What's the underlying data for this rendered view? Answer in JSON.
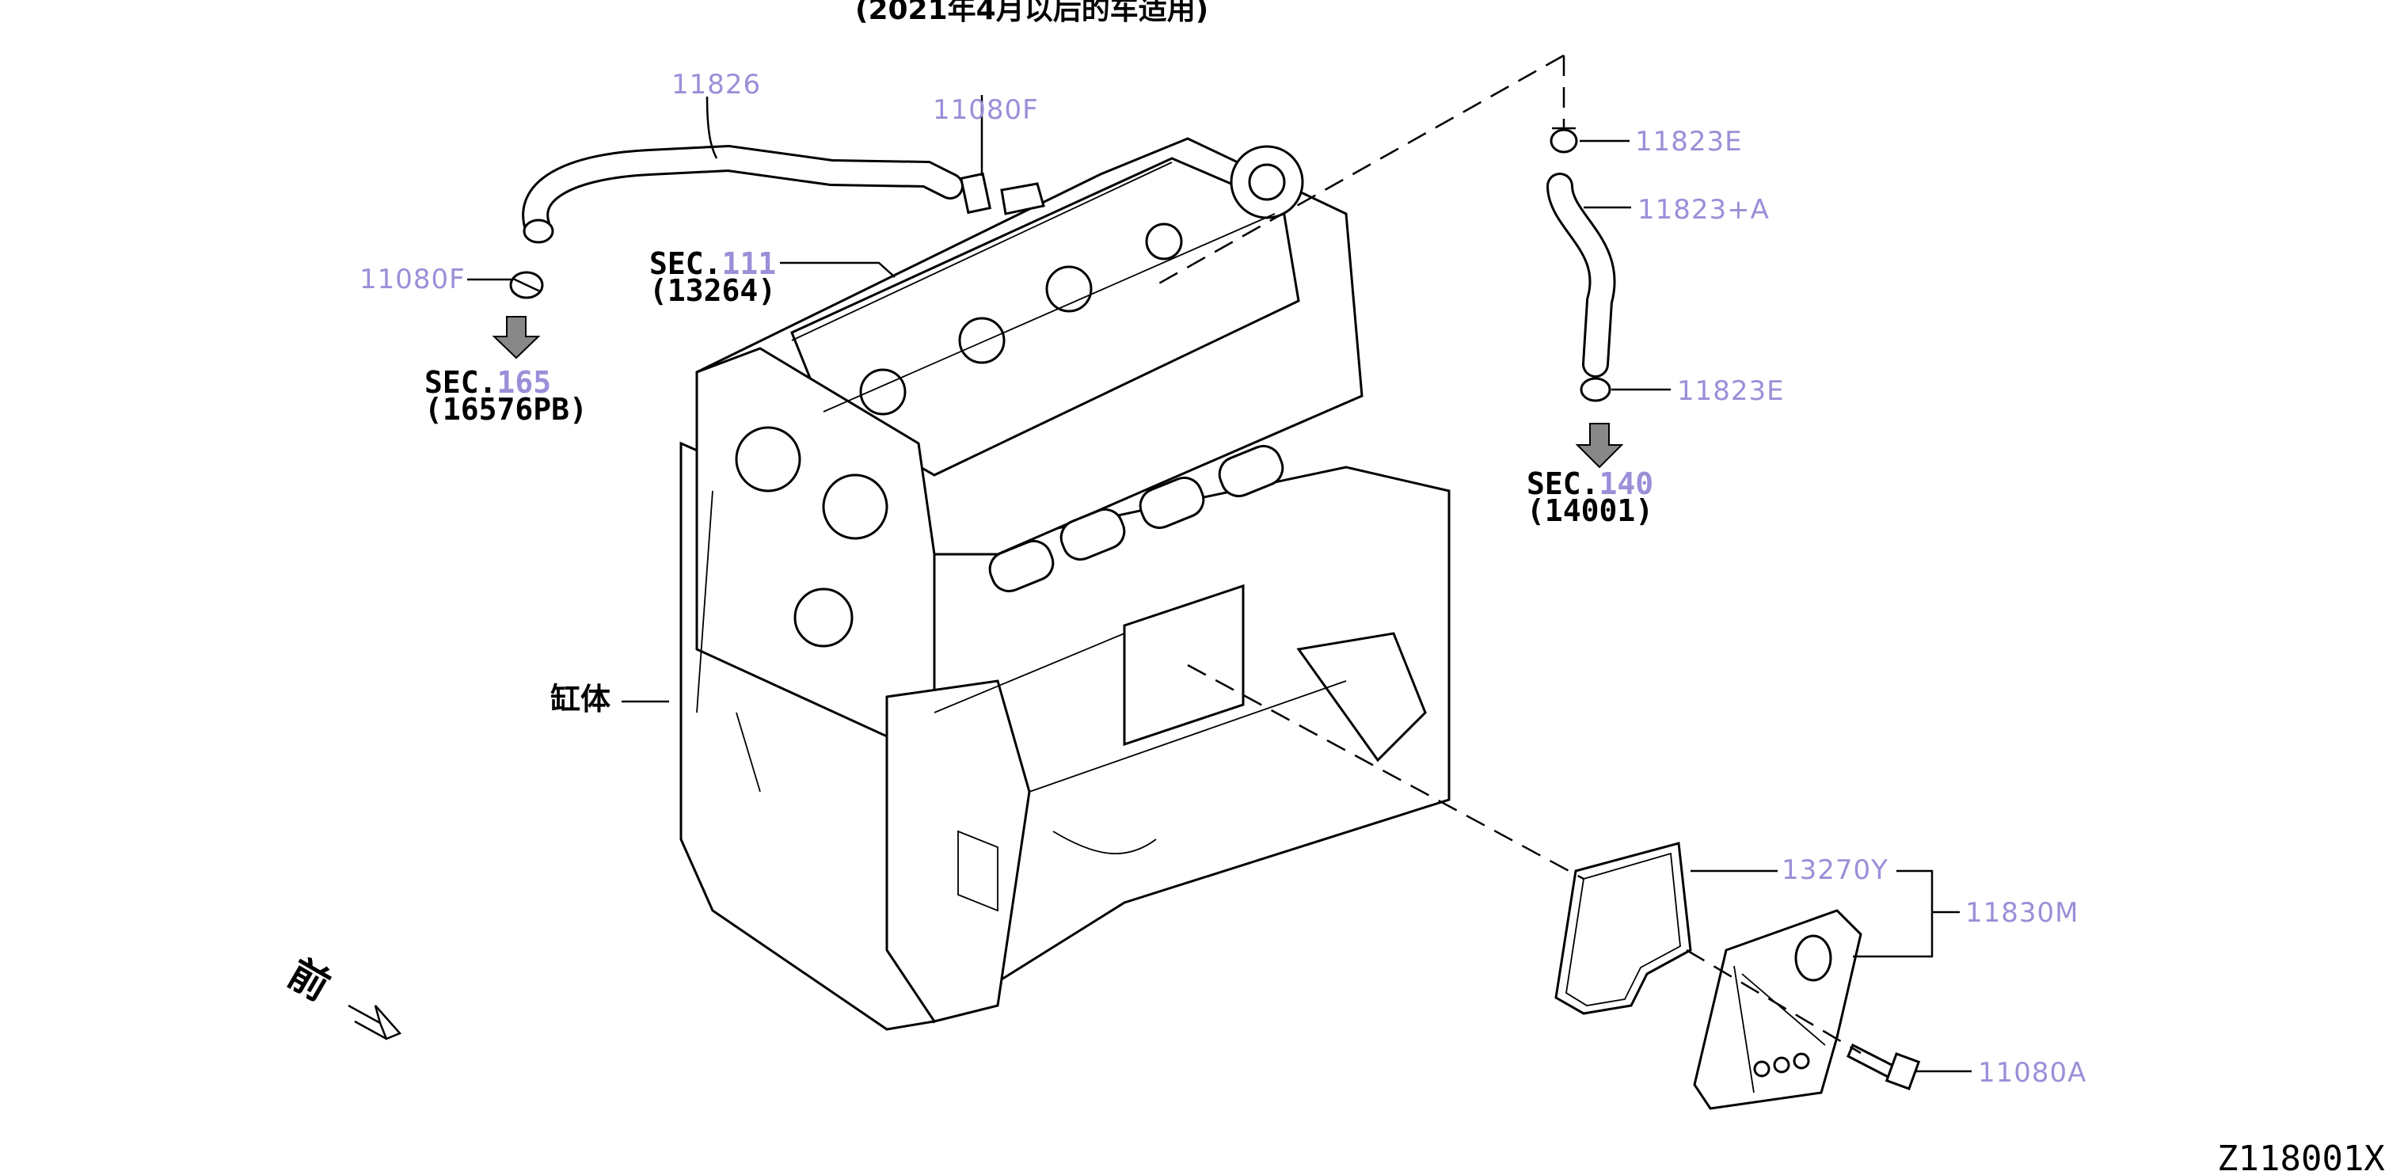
{
  "header": {
    "title": "(2021年4月以后的车适用)"
  },
  "labels": {
    "block": "缸体",
    "front": "前",
    "code": "Z118001X"
  },
  "parts": {
    "p11826": "11826",
    "p11080F_top": "11080F",
    "p11080F_left": "11080F",
    "p11823E_top": "11823E",
    "p11823A": "11823+A",
    "p11823E_bottom": "11823E",
    "p13270Y": "13270Y",
    "p11830M": "11830M",
    "p11080A": "11080A"
  },
  "sections": {
    "sec111": {
      "prefix": "SEC.",
      "num": "111",
      "ref": "(13264)"
    },
    "sec165": {
      "prefix": "SEC.",
      "num": "165",
      "ref": "(16576PB)"
    },
    "sec140": {
      "prefix": "SEC.",
      "num": "140",
      "ref": "(14001)"
    }
  },
  "colors": {
    "part_label": "#9b8fd8",
    "line": "#000000",
    "arrow": "#888888"
  }
}
